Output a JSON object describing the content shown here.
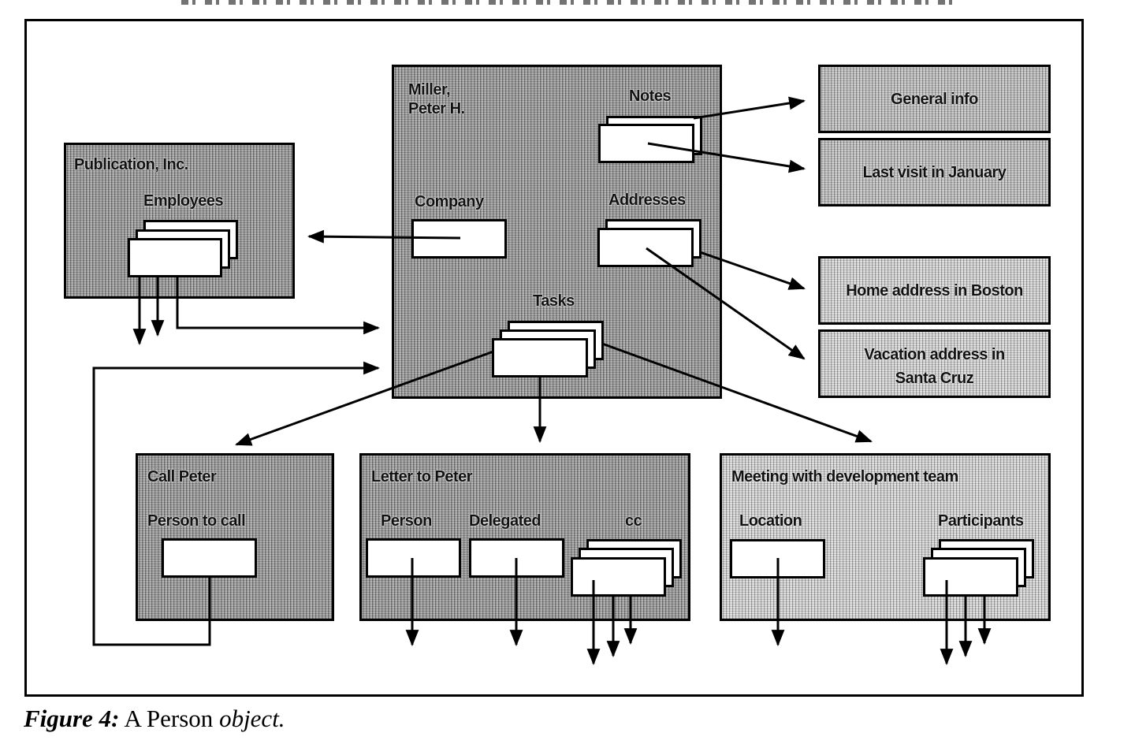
{
  "caption": {
    "figure_label": "Figure 4:",
    "text_a": "A Person",
    "text_b": "object."
  },
  "person": {
    "title_line1": "Miller,",
    "title_line2": "Peter H.",
    "notes_label": "Notes",
    "company_label": "Company",
    "addresses_label": "Addresses",
    "tasks_label": "Tasks"
  },
  "company": {
    "title": "Publication, Inc.",
    "employees_label": "Employees"
  },
  "notes": [
    {
      "text": "General info"
    },
    {
      "text": "Last visit in January"
    }
  ],
  "addresses": [
    {
      "text": "Home address in Boston"
    },
    {
      "text_line1": "Vacation address in",
      "text_line2": "Santa Cruz"
    }
  ],
  "tasks": [
    {
      "title": "Call Peter",
      "fields": [
        "Person to call"
      ]
    },
    {
      "title": "Letter to Peter",
      "fields": [
        "Person",
        "Delegated",
        "cc"
      ]
    },
    {
      "title": "Meeting with development team",
      "fields": [
        "Location",
        "Participants"
      ]
    }
  ],
  "colors": {
    "line": "#000000",
    "box_fill": "#8a8a8a",
    "slot_fill": "#ffffff"
  }
}
